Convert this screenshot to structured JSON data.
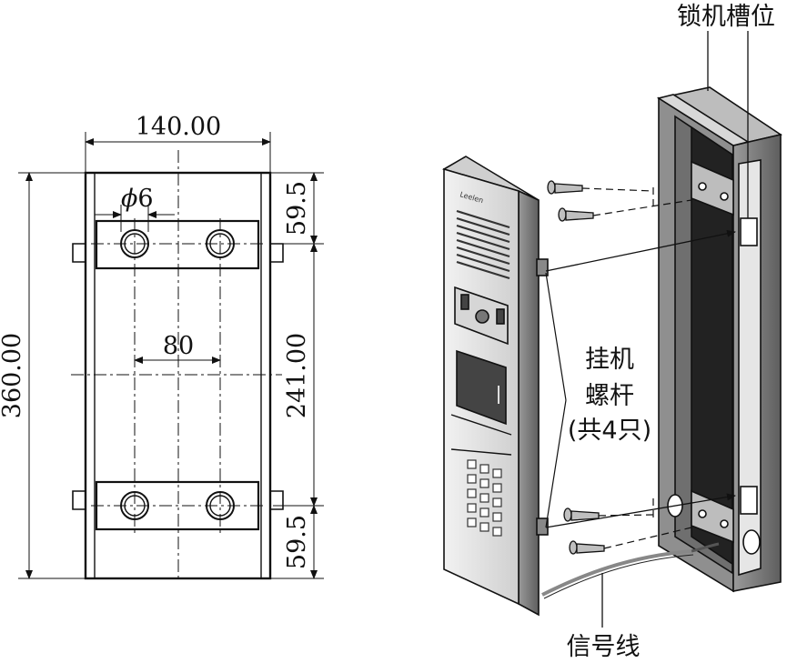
{
  "drawing": {
    "width_dim": "140.00",
    "hole_dim": "6",
    "hole_symbol": "ϕ",
    "spacing_dim": "80",
    "height_dim": "360.00",
    "span_dim": "241.00",
    "top_offset_dim": "59.5",
    "bottom_offset_dim": "59.5"
  },
  "device": {
    "brand": "Leelen",
    "lock_slot_label": "锁机槽位",
    "screw_label_line1": "挂机",
    "screw_label_line2": "螺杆",
    "screw_label_line3": "(共4只)",
    "signal_wire_label": "信号线"
  },
  "colors": {
    "line": "#111111",
    "panel_face": "#dcdcdc",
    "panel_frame": "#7a7a7a",
    "box_inner": "#2a2a2a"
  }
}
